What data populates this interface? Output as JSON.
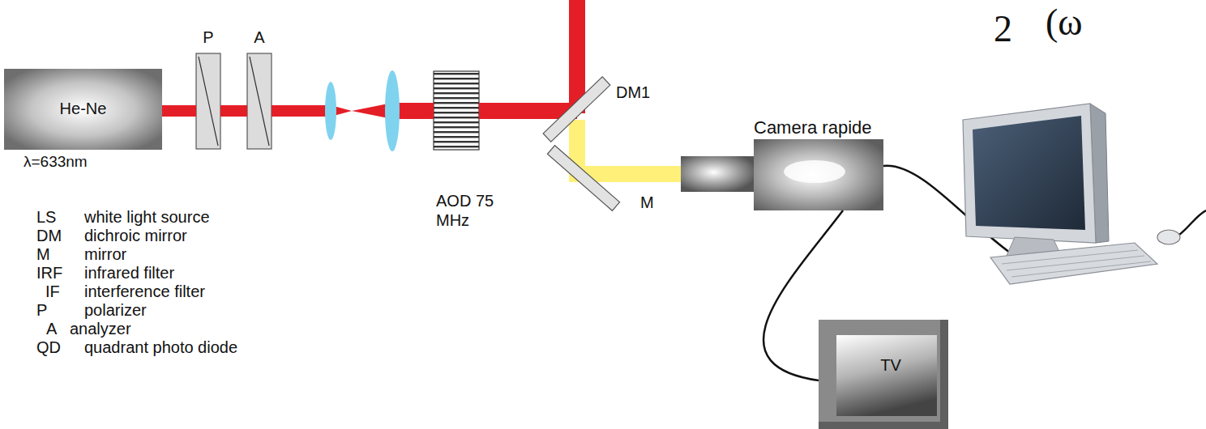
{
  "diagram": {
    "nodes": [
      {
        "text": [
          "He-Ne",
          "λ=633nm"
        ]
      },
      {
        "text": [
          "P"
        ]
      },
      {
        "text": [
          "A"
        ]
      },
      {
        "text": [
          "AOD 75 MHz"
        ]
      },
      {
        "text": [
          "DM1"
        ]
      },
      {
        "text": [
          "M"
        ]
      },
      {
        "text": [
          "Camera rapide"
        ]
      },
      {
        "text": [
          "TV"
        ]
      }
    ],
    "edges": [
      {
        "from": 0,
        "to": 1,
        "arrow": "none"
      },
      {
        "from": 1,
        "to": 2,
        "arrow": "none"
      },
      {
        "from": 2,
        "to": 3,
        "arrow": "none"
      },
      {
        "from": 3,
        "to": 4,
        "arrow": "none"
      },
      {
        "from": 4,
        "to": 5,
        "arrow": "none"
      },
      {
        "from": 5,
        "to": 6,
        "arrow": "none"
      },
      {
        "from": 6,
        "to": 7,
        "arrow": "none"
      }
    ],
    "labels": [
      "LS",
      "white light source",
      "DM",
      "dichroic mirror",
      "M",
      "mirror",
      "IRF",
      "infrared filter",
      "IF",
      "interference filter",
      "P",
      "polarizer",
      "A",
      "analyzer",
      "QD",
      "quadrant photo diode",
      "2",
      "(ω"
    ]
  }
}
